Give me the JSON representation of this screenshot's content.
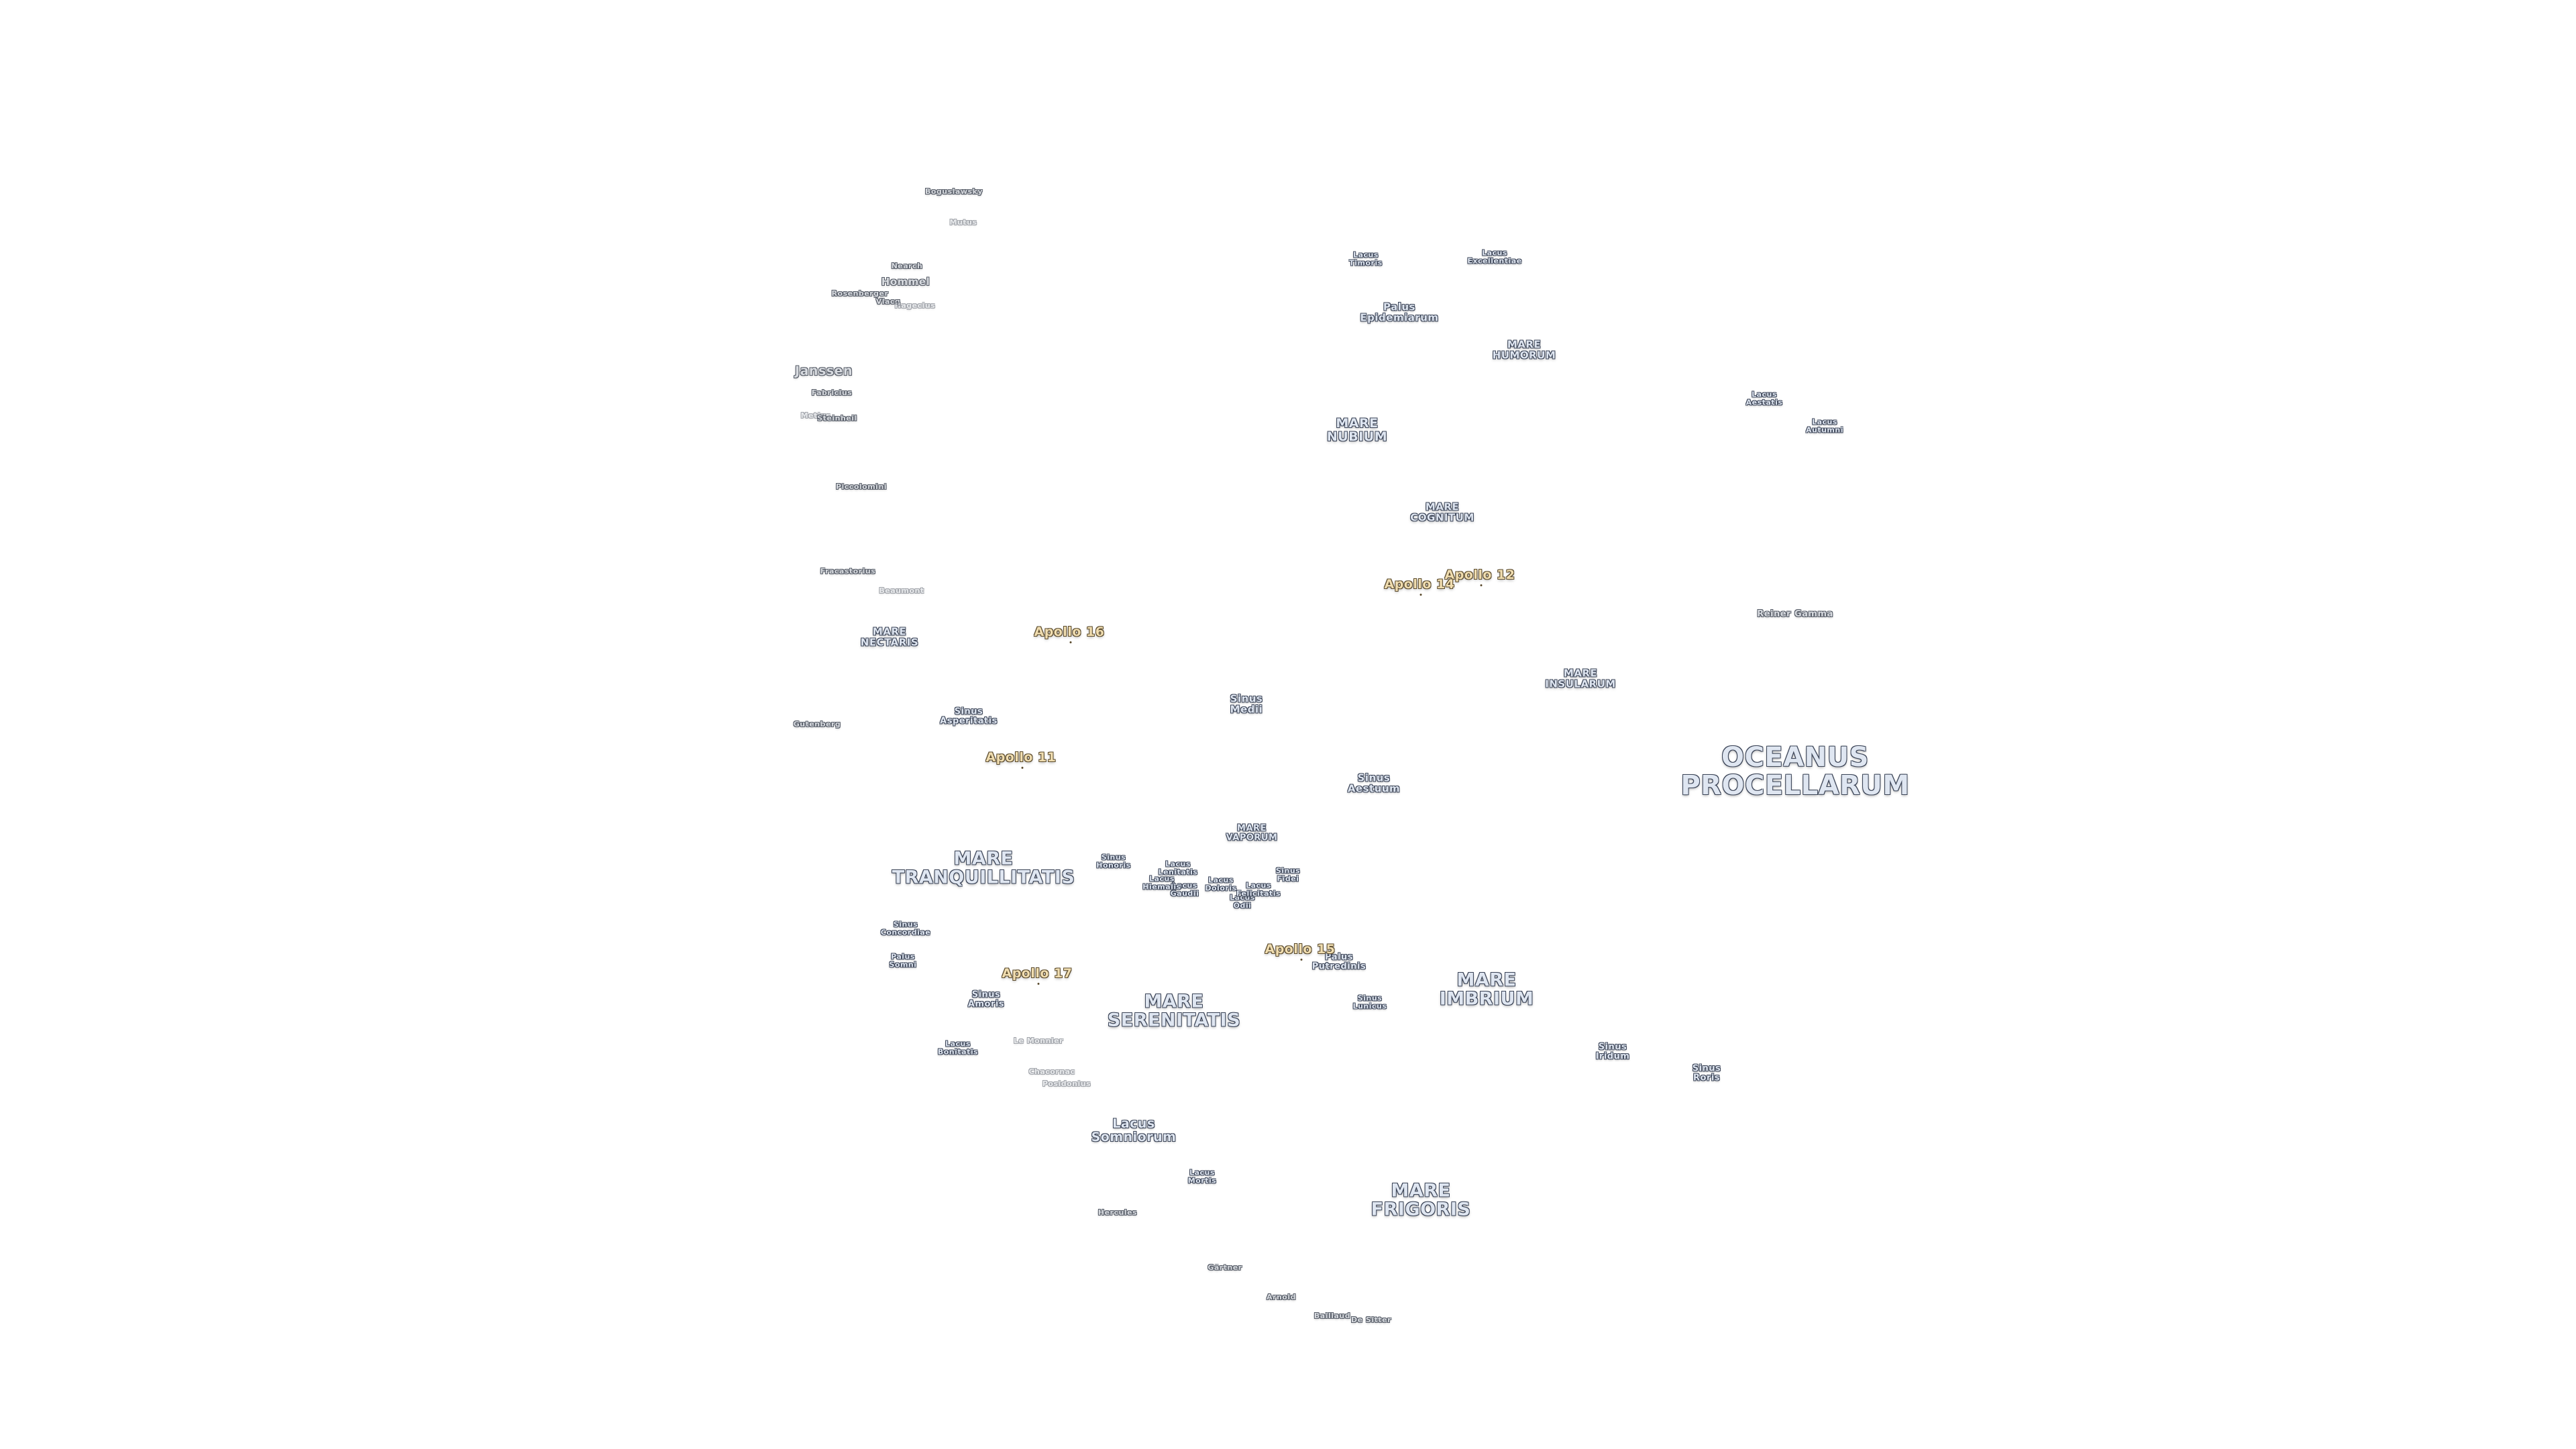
{
  "labels": {
    "oceanus_procellarum": "OCEANUS\nPROCELLARUM",
    "mare_tranquillitatis": "MARE\nTRANQUILLITATIS",
    "mare_serenitatis": "MARE\nSERENITATIS",
    "mare_imbrium": "MARE\nIMBRIUM",
    "mare_frigoris": "MARE\nFRIGORIS",
    "mare_nubium": "MARE\nNUBIUM",
    "mare_humorum": "MARE\nHUMORUM",
    "mare_cognitum": "MARE\nCOGNITUM",
    "mare_insularum": "MARE\nINSULARUM",
    "mare_nectaris": "MARE\nNECTARIS",
    "mare_vaporum": "MARE\nVAPORUM",
    "lacus_somniorum": "Lacus\nSomniorum",
    "lacus_mortis": "Lacus\nMortis",
    "lacus_timoris": "Lacus\nTimoris",
    "lacus_excellentiae": "Lacus\nExcellentiae",
    "lacus_autumni": "Lacus\nAutumni",
    "lacus_aestatis": "Lacus\nAestatis",
    "lacus_bonitatis": "Lacus\nBonitatis",
    "lacus_doloris": "Lacus\nDoloris",
    "lacus_gaudii": "Lacus\nGaudii",
    "lacus_hiemalis": "Lacus\nHiemalis",
    "lacus_lenitatis": "Lacus\nLenitatis",
    "lacus_odii": "Lacus\nOdii",
    "lacus_felicitatis": "Lacus\nFelicitatis",
    "palus_epidemiarum": "Palus\nEpidemiarum",
    "palus_putredinis": "Palus\nPutredinis",
    "palus_somni": "Palus\nSomni",
    "sinus_medii": "Sinus\nMedii",
    "sinus_aestuum": "Sinus\nAestuum",
    "sinus_asperitatis": "Sinus\nAsperitatis",
    "sinus_concordiae": "Sinus\nConcordiae",
    "sinus_amoris": "Sinus\nAmoris",
    "sinus_honoris": "Sinus\nHonoris",
    "sinus_fidei": "Sinus\nFidei",
    "sinus_lunicus": "Sinus\nLunicus",
    "sinus_iridum": "Sinus\nIridum",
    "sinus_roris": "Sinus\nRoris",
    "apollo_11": "Apollo 11",
    "apollo_12": "Apollo 12",
    "apollo_14": "Apollo 14",
    "apollo_15": "Apollo 15",
    "apollo_16": "Apollo 16",
    "apollo_17": "Apollo 17",
    "reiner_gamma": "Reiner Gamma",
    "janssen": "Janssen",
    "hommel": "Hommel",
    "nearch": "Nearch",
    "rosenberger": "Rosenberger",
    "vlacq": "Vlacq",
    "hagecius": "Hagecius",
    "boguslawsky": "Boguslawsky",
    "mutus": "Mutus",
    "fabricius": "Fabricius",
    "metius": "Metius",
    "steinheil": "Steinheil",
    "piccolomini": "Piccolomini",
    "fracastorius": "Fracastorius",
    "beaumont": "Beaumont",
    "gutenberg": "Gutenberg",
    "le_monnier": "Le Monnier",
    "chacornac": "Chacornac",
    "posidonius": "Posidonius",
    "hercules": "Hercules",
    "gartner": "Gärtner",
    "arnold": "Arnold",
    "de_sitter": "De Sitter",
    "baillaud": "Baillaud"
  }
}
